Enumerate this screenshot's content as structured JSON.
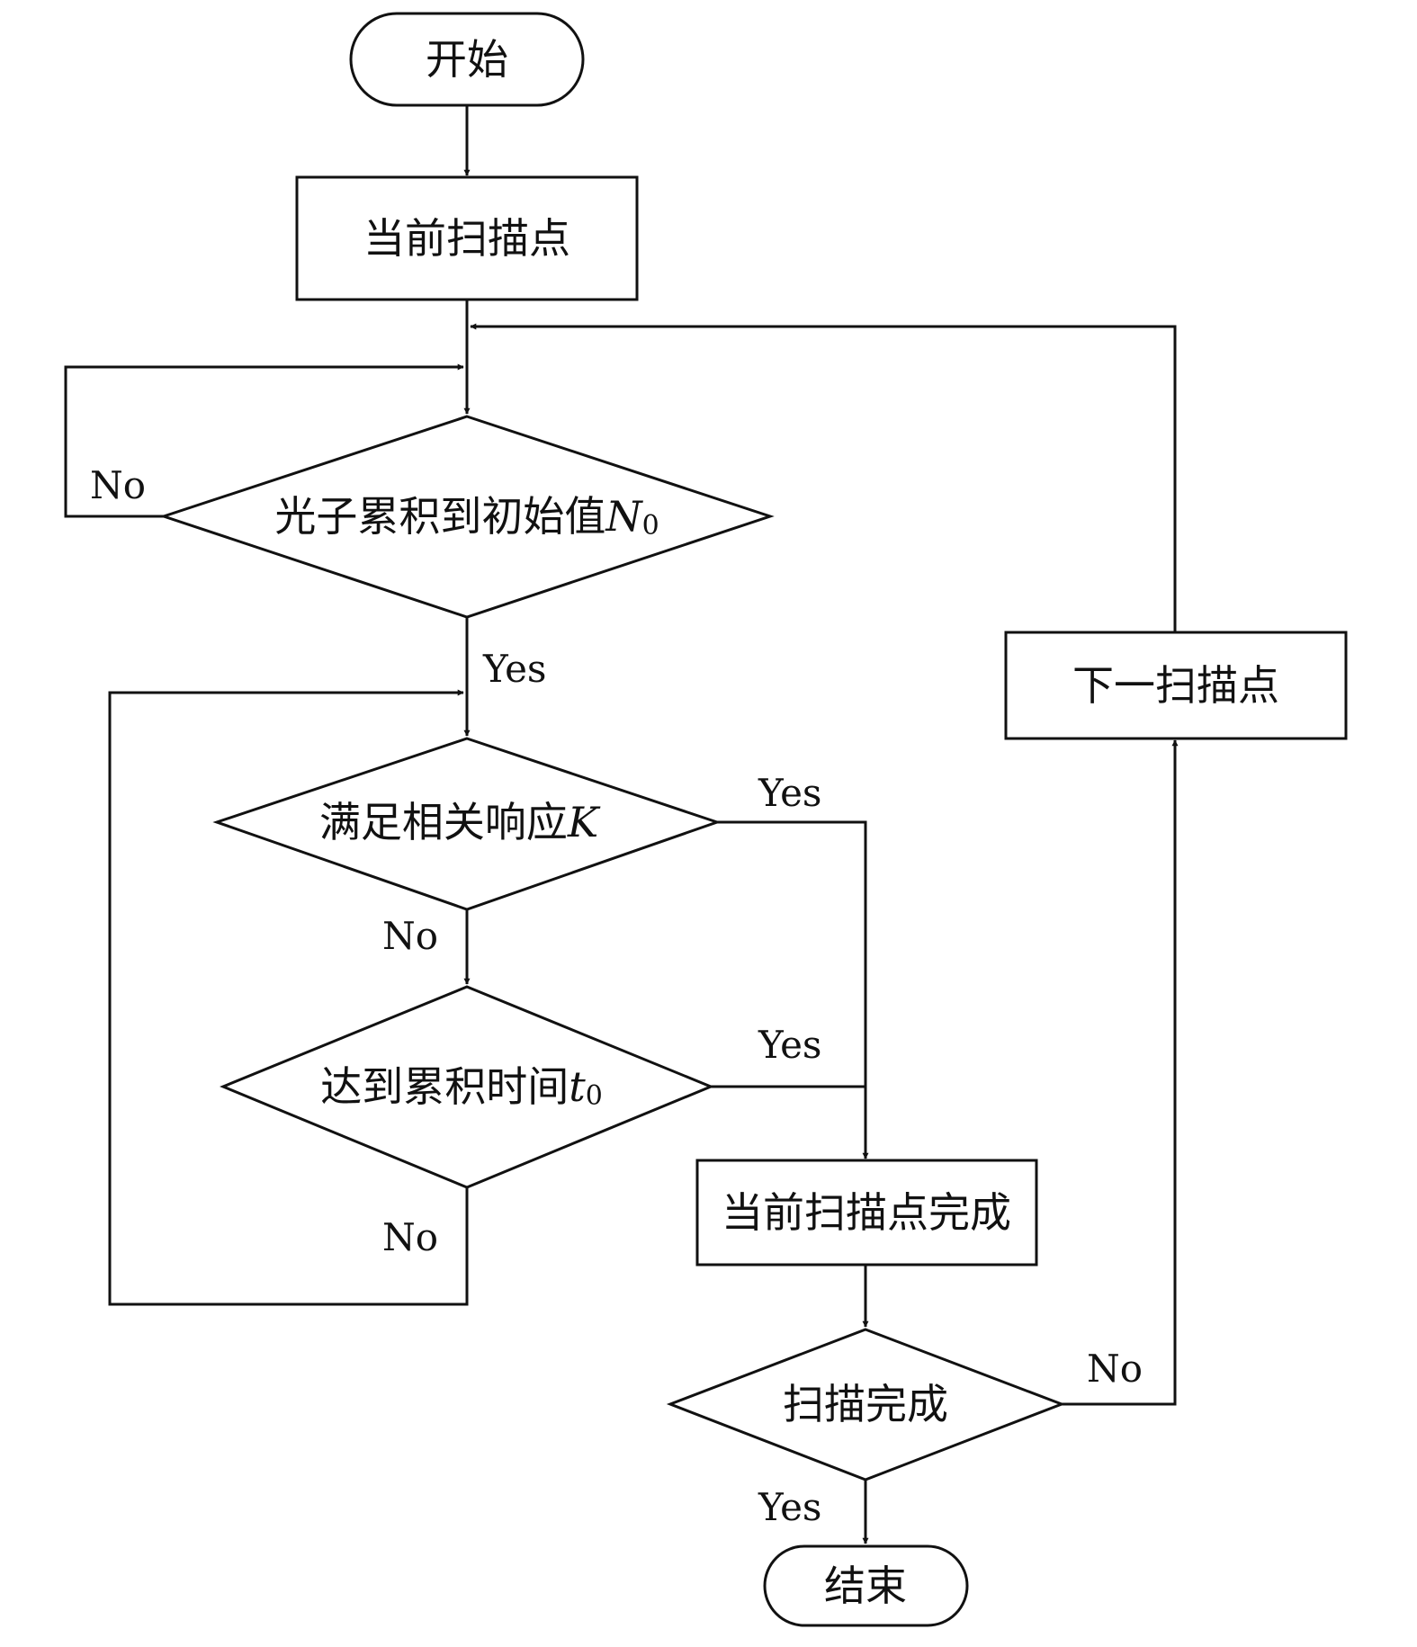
{
  "nodes": {
    "start": "开始",
    "current_point": "当前扫描点",
    "photon_accum": {
      "text": "光子累积到初始值",
      "var": "N",
      "sub": "0"
    },
    "corr_response": {
      "text": "满足相关响应",
      "var": "K"
    },
    "accum_time": {
      "text": "达到累积时间",
      "var": "t",
      "sub": "0"
    },
    "point_done": "当前扫描点完成",
    "scan_done": "扫描完成",
    "next_point": "下一扫描点",
    "end": "结束"
  },
  "edges": {
    "photon_no": "No",
    "photon_yes": "Yes",
    "corr_yes": "Yes",
    "corr_no": "No",
    "time_yes": "Yes",
    "time_no": "No",
    "scan_no": "No",
    "scan_yes": "Yes"
  }
}
